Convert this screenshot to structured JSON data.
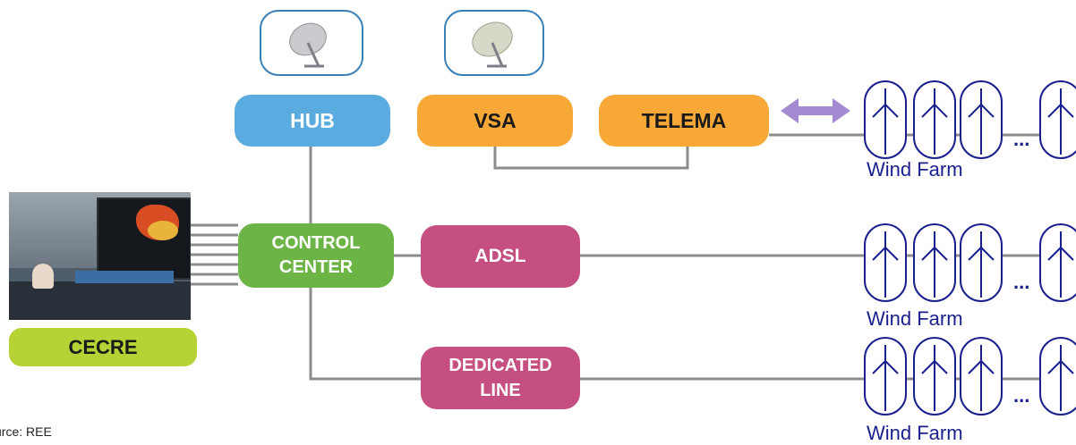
{
  "diagram": {
    "nodes": {
      "hub": "HUB",
      "vsa": "VSA",
      "telema": "TELEMA",
      "control_center_line1": "CONTROL",
      "control_center_line2": "CENTER",
      "adsl": "ADSL",
      "dedicated_line1": "DEDICATED",
      "dedicated_line2": "LINE",
      "cecre": "CECRE"
    },
    "wind_farms": [
      "Wind Farm",
      "Wind Farm",
      "Wind Farm"
    ],
    "ellipsis": "...",
    "source": "urce: REE",
    "colors": {
      "hub": "#5aabdf",
      "vsa": "#f8a836",
      "telema": "#f8a836",
      "control_center": "#6cb446",
      "adsl": "#c54f80",
      "dedicated_line": "#c54f80",
      "cecre": "#b5d334",
      "connector": "#8c8c8c",
      "turbine": "#1a1f8e",
      "arrow": "#a48ad0",
      "dish_border": "#3b7fb8"
    },
    "icons": [
      "satellite-dish-icon",
      "wind-turbine-icon",
      "double-arrow-icon"
    ]
  }
}
